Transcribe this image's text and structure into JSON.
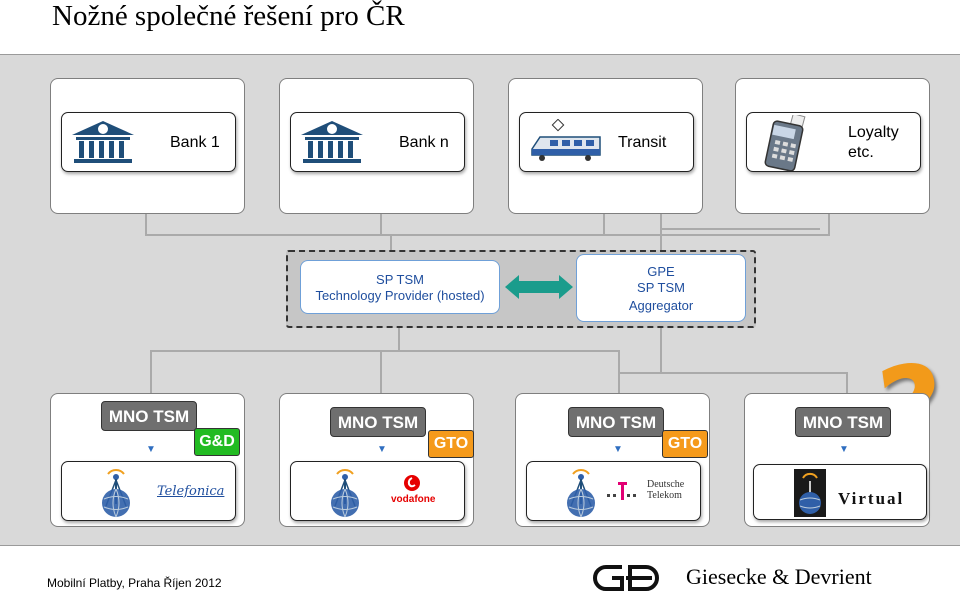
{
  "slide": {
    "title": "Nožné společné řešení pro ČR",
    "sp_cards": [
      {
        "label": "Bank 1",
        "icon": "bank-icon"
      },
      {
        "label": "Bank n",
        "icon": "bank-icon"
      },
      {
        "label": "Transit",
        "icon": "train-icon"
      },
      {
        "label_line1": "Loyalty",
        "label_line2": "etc.",
        "icon": "payment-terminal-icon"
      }
    ],
    "sp_tsm": {
      "line1": "SP TSM",
      "line2": "Technology Provider (hosted)"
    },
    "gpe": {
      "line1": "GPE",
      "line2": "SP TSM",
      "line3": "Aggregator"
    },
    "mno_cards": [
      {
        "label": "MNO TSM",
        "tag": "G&D",
        "tag_color": "#22bb22",
        "operator": "Telefonica"
      },
      {
        "label": "MNO TSM",
        "tag": "GTO",
        "tag_color": "#f59a1b",
        "operator": "vodafone"
      },
      {
        "label": "MNO TSM",
        "tag": "GTO",
        "tag_color": "#f59a1b",
        "operator_line1": "Deutsche",
        "operator_line2": "Telekom"
      },
      {
        "label": "MNO TSM",
        "operator": "Virtual"
      }
    ],
    "question_mark": "?",
    "footer_left": "Mobilní Platby, Praha Říjen 2012",
    "footer_brand": "Giesecke & Devrient",
    "colors": {
      "panel": "#d9d9d9",
      "accent_blue": "#1f4e9e",
      "arrow_teal": "#1a9c8c",
      "question": "#f29a1a"
    }
  }
}
